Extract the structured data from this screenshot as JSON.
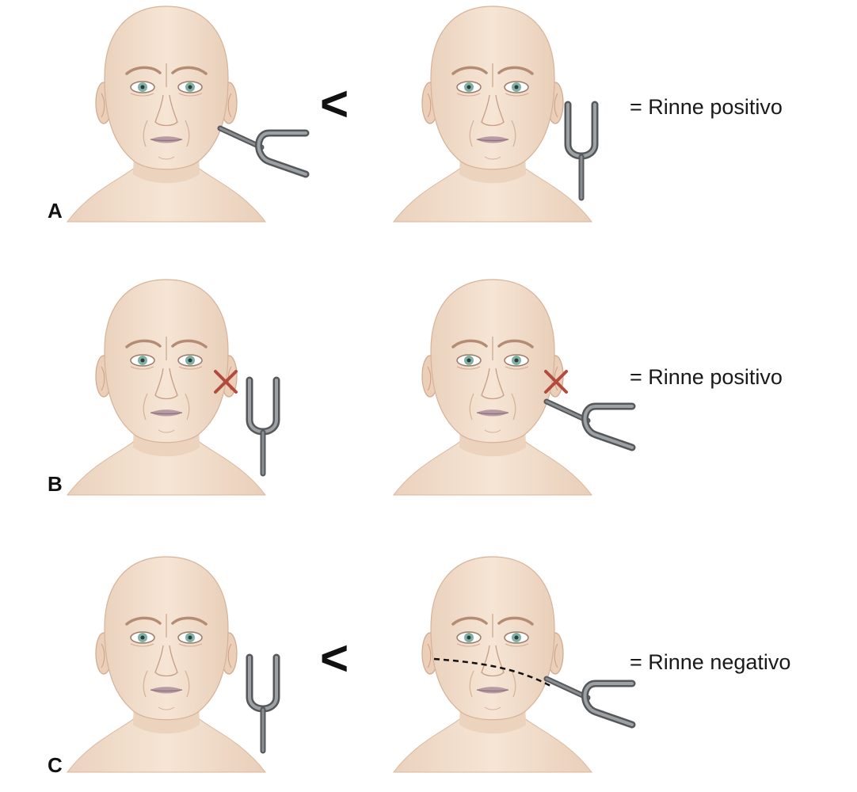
{
  "colors": {
    "skin": "#f3dfcd",
    "skin_shade": "#e6c8ae",
    "skin_line": "#caa48a",
    "eye_iris": "#7fb0a6",
    "lip": "#b79aa4",
    "fork": "#8a8d90",
    "fork_dark": "#55585b",
    "cross": "#b24a3e",
    "text": "#1a1a1a"
  },
  "rows": [
    {
      "letter": "A",
      "comparison": "<",
      "result": "= Rinne positivo",
      "left": {
        "fork": "mastoid",
        "cross": false,
        "dashed_path": false
      },
      "right": {
        "fork": "air",
        "cross": false,
        "dashed_path": false
      }
    },
    {
      "letter": "B",
      "comparison": "",
      "result": "= Rinne positivo",
      "left": {
        "fork": "air",
        "cross": true,
        "dashed_path": false
      },
      "right": {
        "fork": "mastoid",
        "cross": true,
        "dashed_path": false
      }
    },
    {
      "letter": "C",
      "comparison": "<",
      "result": "= Rinne negativo",
      "left": {
        "fork": "air",
        "cross": false,
        "dashed_path": false
      },
      "right": {
        "fork": "mastoid",
        "cross": false,
        "dashed_path": true
      }
    }
  ]
}
